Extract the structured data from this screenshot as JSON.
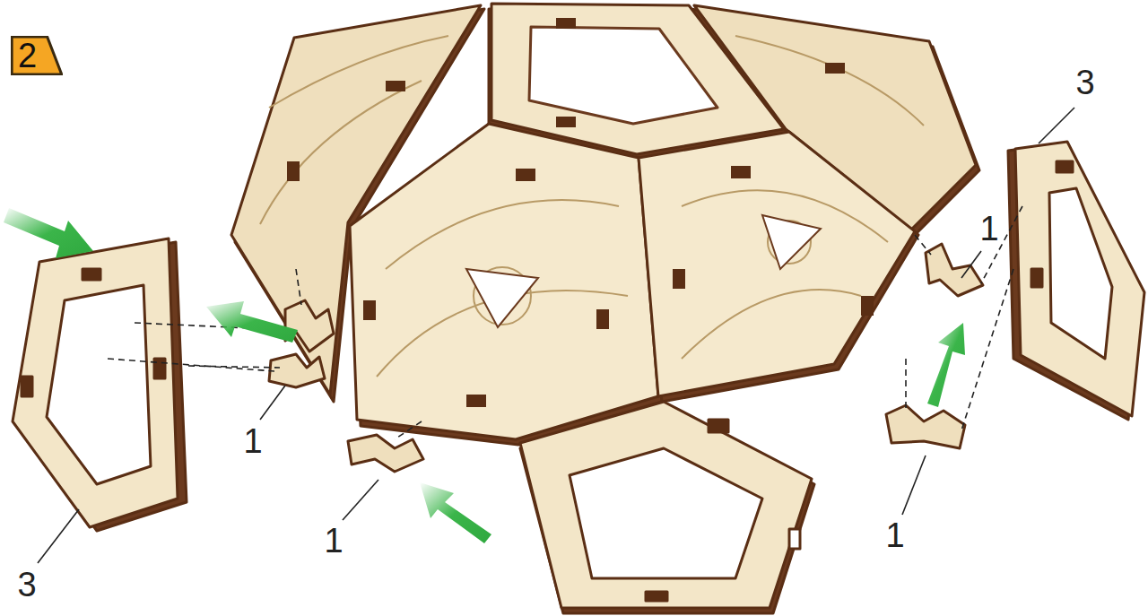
{
  "diagram": {
    "nodes": [
      {
        "text": [
          "2"
        ]
      }
    ],
    "labels": [
      "3",
      "1",
      "1",
      "3",
      "1",
      "1"
    ]
  }
}
